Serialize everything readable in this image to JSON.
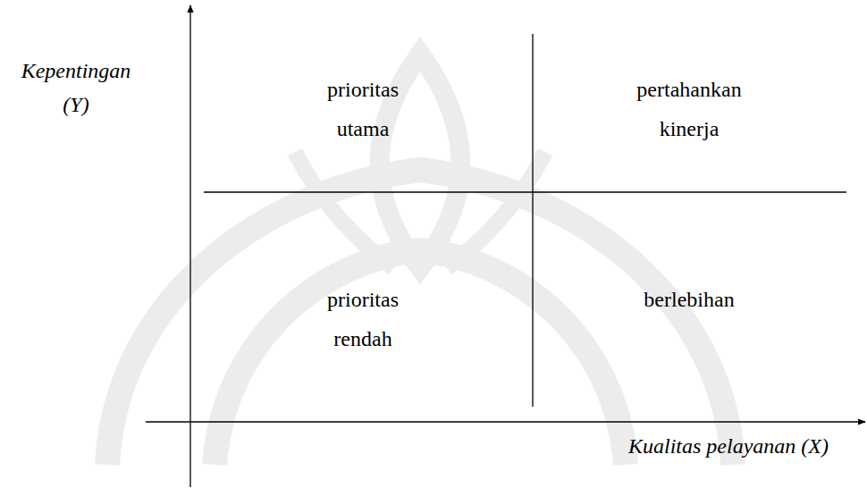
{
  "diagram": {
    "labels": [
      "Kepentingan (Y)",
      "prioritas utama",
      "pertahankan kinerja",
      "prioritas rendah",
      "berlebihan",
      "Kualitas pelayanan (X)"
    ]
  }
}
